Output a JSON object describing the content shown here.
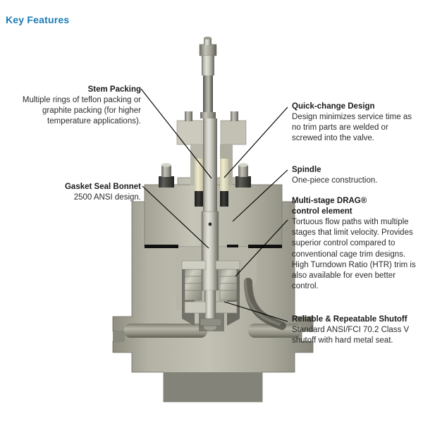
{
  "page": {
    "title": "Key Features",
    "title_color": "#1a7bb5",
    "background": "#ffffff"
  },
  "figure": {
    "type": "technical-cutaway-illustration",
    "subject": "Multi-stage DRAG control valve, sectioned view",
    "body_material_color": "#a8a798",
    "cut_face_color": "#bdbcae",
    "stem_color": "#c9c8bd",
    "bolt_head_color": "#4c4c48",
    "packing_color": "#e8e3c8",
    "graphite_color": "#2e2e2c",
    "gasket_seal_color": "#141414",
    "leader_line_color": "#000000"
  },
  "annotations": [
    {
      "id": "stem-packing",
      "side": "left",
      "heading": "Stem Packing",
      "body": "Multiple rings of teflon packing or graphite packing (for higher temperature applications)."
    },
    {
      "id": "gasket-seal-bonnet",
      "side": "left",
      "heading": "Gasket Seal Bonnet",
      "body": "2500 ANSI design."
    },
    {
      "id": "quick-change-design",
      "side": "right",
      "heading": "Quick-change Design",
      "body": "Design minimizes service time as no trim parts are welded or screwed into the valve."
    },
    {
      "id": "spindle",
      "side": "right",
      "heading": "Spindle",
      "body": "One-piece construction."
    },
    {
      "id": "multi-stage-drag-control-element",
      "side": "right",
      "heading_line1": "Multi-stage DRAG®",
      "heading_line2": "control element",
      "body": "Tortuous flow paths with multiple stages that limit velocity. Provides superior control compared to conventional cage trim designs. High Turndown Ratio (HTR) trim is also available for even better control."
    },
    {
      "id": "reliable-repeatable-shutoff",
      "side": "right",
      "heading": "Reliable & Repeatable Shutoff",
      "body": "Standard ANSI/FCI 70.2 Class V shutoff with hard metal seat."
    }
  ]
}
